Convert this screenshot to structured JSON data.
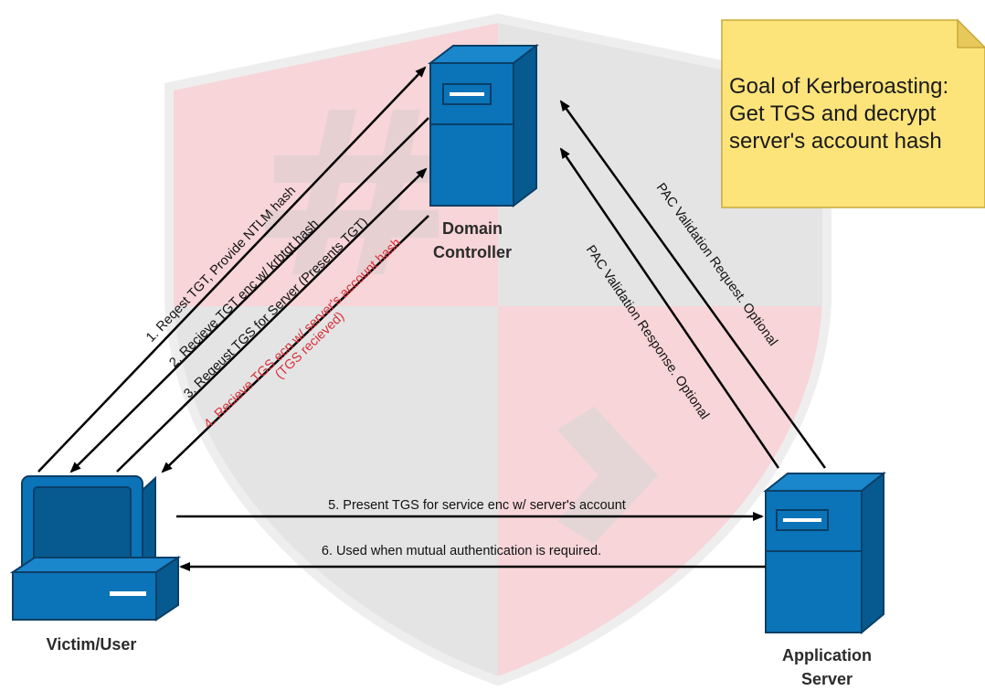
{
  "nodes": {
    "domain_controller": [
      "Domain",
      "Controller"
    ],
    "victim": "Victim/User",
    "app_server": [
      "Application",
      "Server"
    ]
  },
  "note": {
    "text": "Goal of Kerberoasting: Get TGS and decrypt server's account hash"
  },
  "arrows": {
    "a1": "1. Reqest TGT, Provide NTLM hash",
    "a2": "2. Recieve TGT enc w/ krbtgt hash",
    "a3": "3. Reqeust TGS for Server (Presents TGT)",
    "a4_line1": "4. Recieve TGS ecn w/ server's account hash",
    "a4_line2": "(TGS recieved)",
    "a5": "5. Present TGS for service enc w/ server's account",
    "a6": "6. Used when mutual authentication is required.",
    "pac_request": "PAC Validation Request. Optional",
    "pac_response": "PAC Validation Response. Optional"
  },
  "colors": {
    "server_blue": "#0b73b8",
    "server_dark": "#06527f",
    "note_yellow": "#fde47a",
    "highlight_red": "#d9303a",
    "shield_red": "#f6d2d5",
    "shield_gray": "#e3e3e3"
  }
}
